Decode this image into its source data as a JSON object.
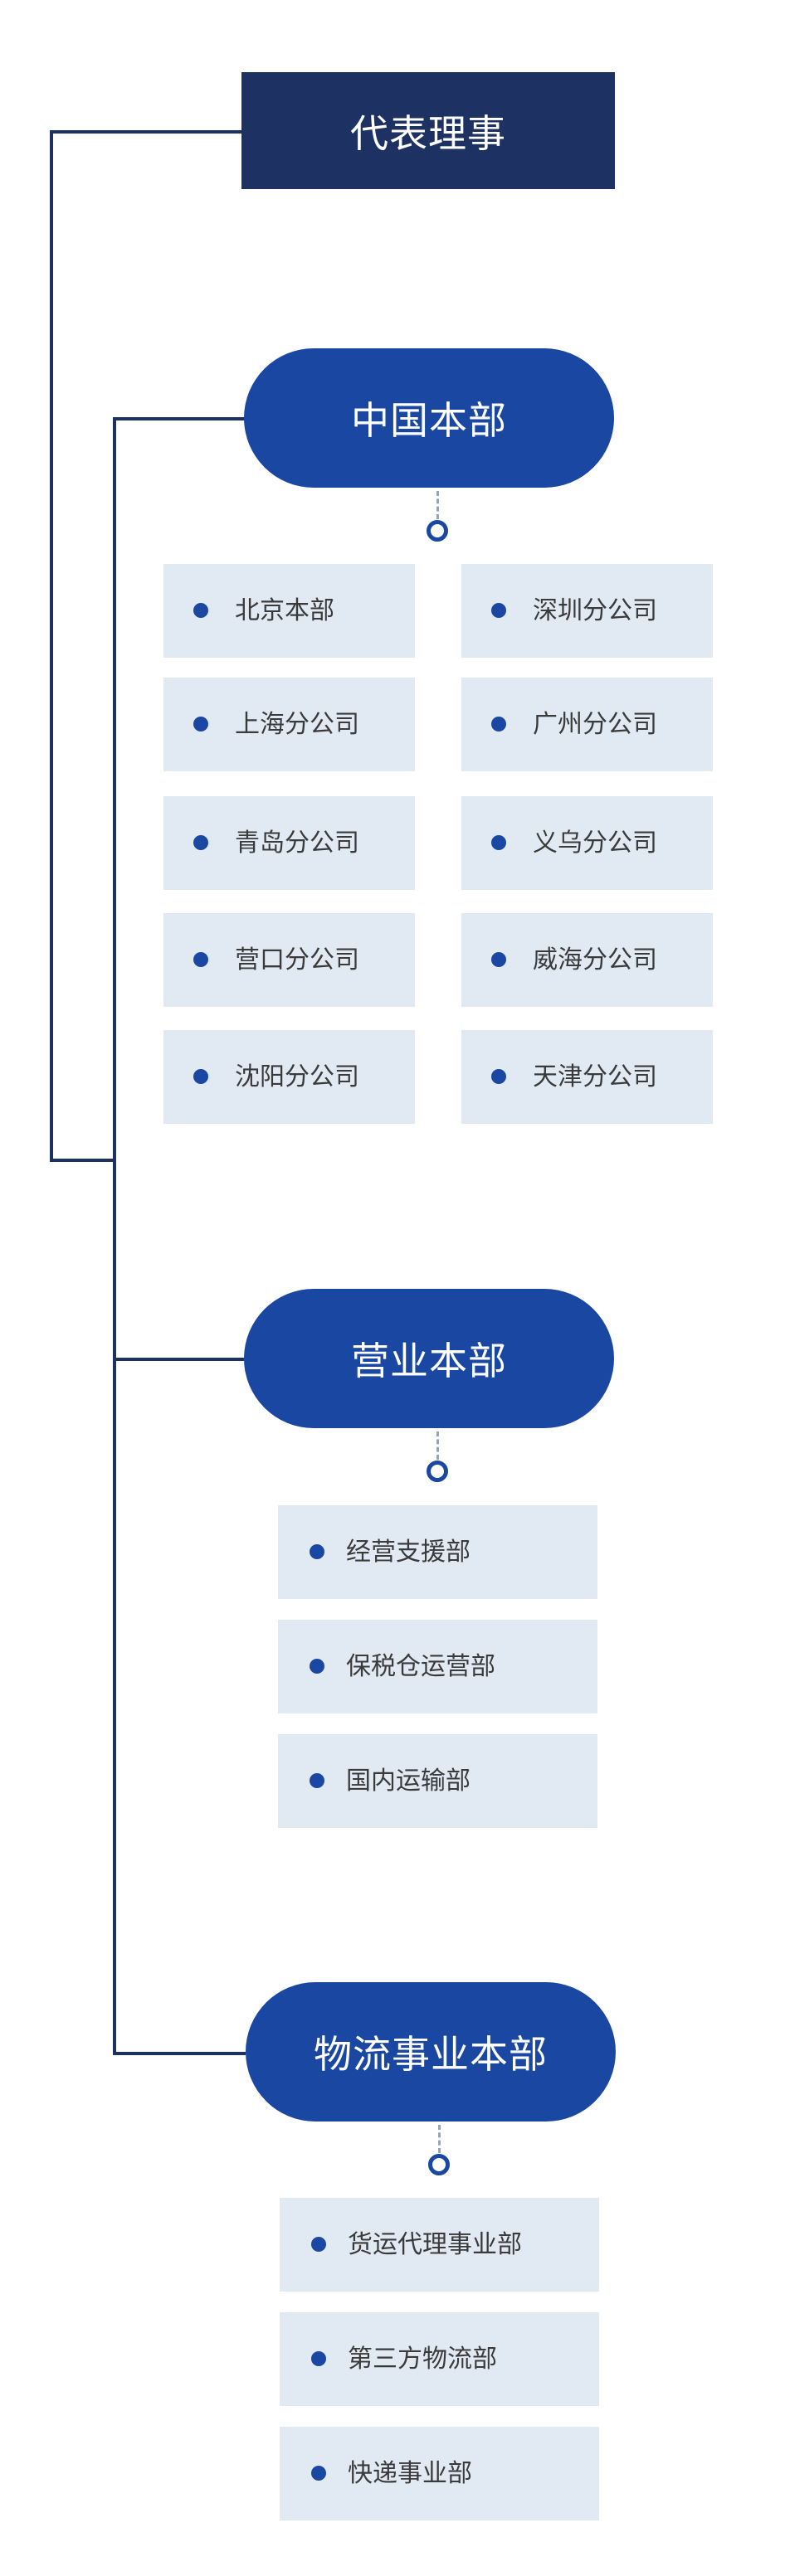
{
  "colors": {
    "root": "#1e3163",
    "department": "#1a47a1",
    "item_background": "#e1e9f2",
    "connector": "#1e3163"
  },
  "root": {
    "title": "代表理事"
  },
  "departments": [
    {
      "title": "中国本部",
      "items": [
        "北京本部",
        "深圳分公司",
        "上海分公司",
        "广州分公司",
        "青岛分公司",
        "义乌分公司",
        "营口分公司",
        "威海分公司",
        "沈阳分公司",
        "天津分公司"
      ]
    },
    {
      "title": "营业本部",
      "items": [
        "经营支援部",
        "保税仓运营部",
        "国内运输部"
      ]
    },
    {
      "title": "物流事业本部",
      "items": [
        "货运代理事业部",
        "第三方物流部",
        "快递事业部"
      ]
    }
  ]
}
